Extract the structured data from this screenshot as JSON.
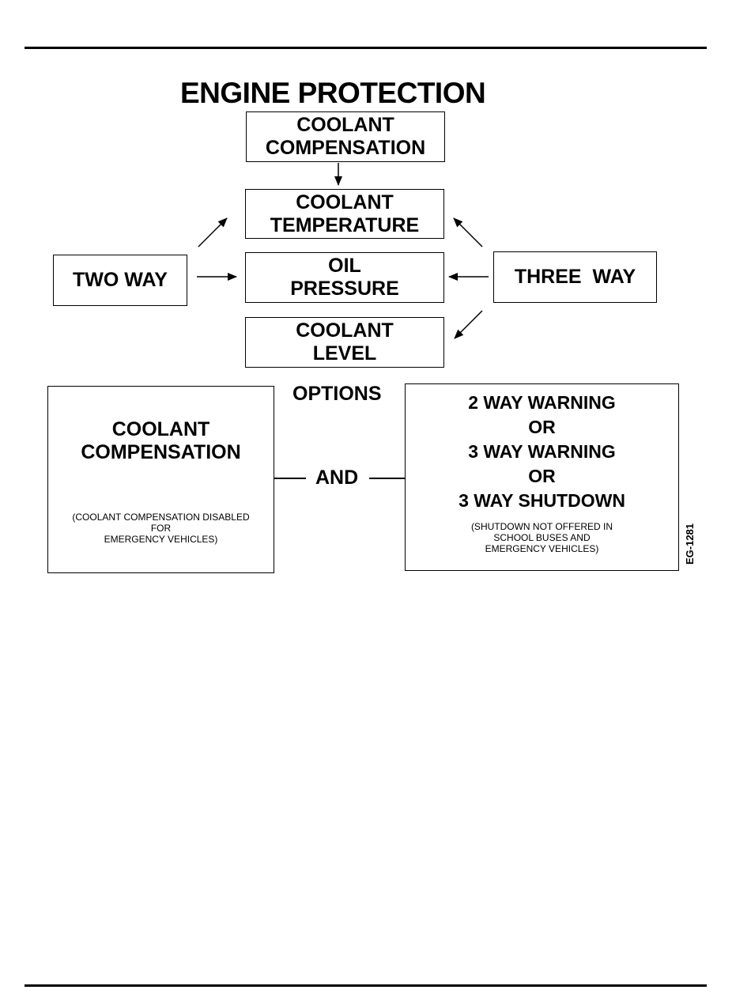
{
  "title": "ENGINE PROTECTION",
  "boxes": {
    "coolant_comp_top": [
      "COOLANT",
      "COMPENSATION"
    ],
    "coolant_temp": [
      "COOLANT",
      "TEMPERATURE"
    ],
    "oil_pressure": [
      "OIL",
      "PRESSURE"
    ],
    "coolant_level": [
      "COOLANT",
      "LEVEL"
    ],
    "two_way": "TWO WAY",
    "three_way": "THREE  WAY"
  },
  "options": {
    "heading": "OPTIONS",
    "connector": "AND",
    "left": {
      "title": [
        "COOLANT",
        "COMPENSATION"
      ],
      "note": [
        "(COOLANT COMPENSATION DISABLED",
        "FOR",
        "EMERGENCY VEHICLES)"
      ]
    },
    "right": {
      "lines": [
        "2 WAY WARNING",
        "OR",
        "3 WAY WARNING",
        "OR",
        "3 WAY SHUTDOWN"
      ],
      "note": [
        "(SHUTDOWN NOT OFFERED  IN",
        "SCHOOL BUSES AND",
        "EMERGENCY VEHICLES)"
      ]
    }
  },
  "figure_code": "EG-1281"
}
